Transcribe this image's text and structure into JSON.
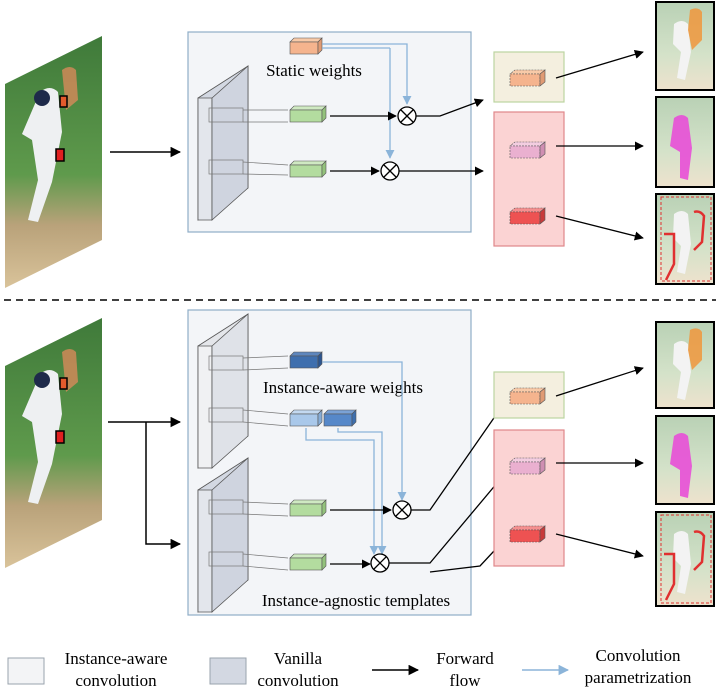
{
  "labels": {
    "static_weights": "Static weights",
    "instance_aware_weights": "Instance-aware weights",
    "instance_agnostic_templates": "Instance-agnostic templates"
  },
  "legend": {
    "instance_aware_conv": [
      "Instance-aware",
      "convolution"
    ],
    "vanilla_conv": [
      "Vanilla",
      "convolution"
    ],
    "forward_flow": [
      "Forward",
      "flow"
    ],
    "conv_param": [
      "Convolution",
      "parametrization"
    ]
  },
  "colors": {
    "panel_fill": "#f3f5f8",
    "panel_border": "#8faec7",
    "orange": "#f5b48e",
    "green": "#b3dc9f",
    "pink": "#eab0d0",
    "red": "#ee5252",
    "dark_blue": "#3f6fae",
    "light_blue": "#a9c8ea",
    "mid_blue": "#5688c9",
    "cream_box": "#f4efdf",
    "cream_border": "#bcd4a1",
    "pink_box": "#fbd3d3",
    "pink_border": "#e0878a",
    "blue_arrow": "#8bb4d9",
    "black_arrow": "#000000",
    "vanilla_fill": "#d3d8e2"
  }
}
